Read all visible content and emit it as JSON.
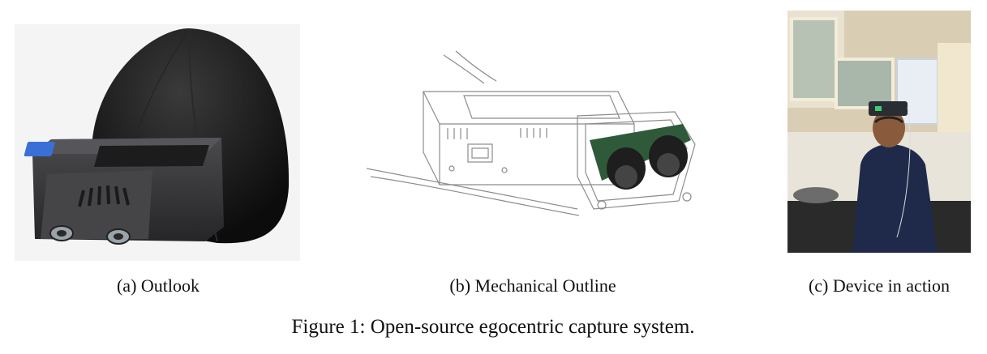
{
  "figure": {
    "caption": "Figure 1: Open-source egocentric capture system.",
    "subfigures": [
      {
        "id": "a",
        "caption": "(a) Outlook"
      },
      {
        "id": "b",
        "caption": "(b) Mechanical Outline"
      },
      {
        "id": "c",
        "caption": "(c) Device in action"
      }
    ]
  },
  "colors": {
    "cap_black": "#141414",
    "device_gray": "#3a3a3c",
    "pcb_green": "#2f5a3a",
    "screen_blue": "#3a6fd8"
  },
  "icons": [
    "cap-device-render",
    "mechanical-outline-drawing",
    "person-photo"
  ]
}
